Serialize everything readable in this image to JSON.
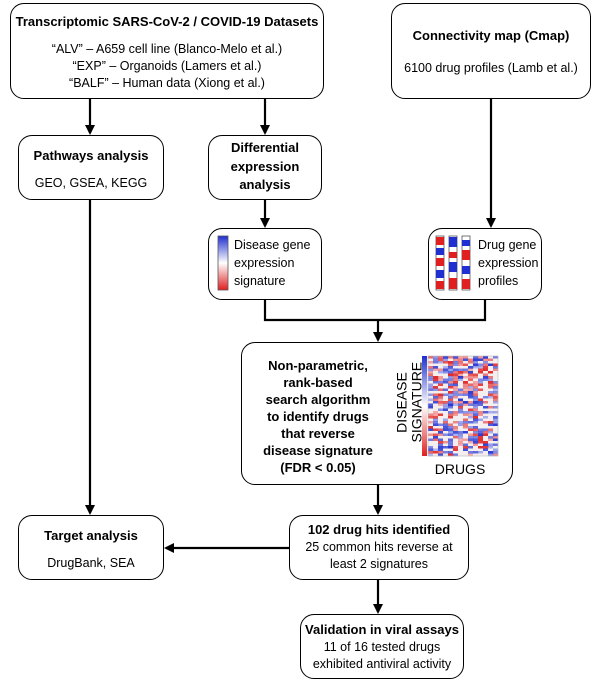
{
  "datasets": {
    "title": "Transcriptomic SARS-CoV-2 / COVID-19 Datasets",
    "items": [
      "“ALV” – A659 cell line (Blanco-Melo et al.)",
      "“EXP” – Organoids (Lamers et al.)",
      "“BALF” – Human data (Xiong et al.)"
    ]
  },
  "cmap": {
    "title": "Connectivity map (Cmap)",
    "body": "6100 drug profiles (Lamb et al.)"
  },
  "pathways": {
    "title": "Pathways analysis",
    "body": "GEO, GSEA, KEGG"
  },
  "differential": {
    "lines": [
      "Differential",
      "expression",
      "analysis"
    ]
  },
  "disease_sig": {
    "lines": [
      "Disease gene",
      "expression",
      "signature"
    ]
  },
  "drug_profiles": {
    "lines": [
      "Drug gene",
      "expression",
      "profiles"
    ]
  },
  "algorithm": {
    "lines": [
      "Non-parametric,",
      "rank-based",
      "search algorithm",
      "to identify drugs",
      "that reverse",
      "disease signature",
      "(FDR < 0.05)"
    ],
    "heatmap_ylabel_1": "DISEASE",
    "heatmap_ylabel_2": "SIGNATURE",
    "heatmap_xlabel": "DRUGS"
  },
  "hits": {
    "title": "102 drug hits identified",
    "lines": [
      "25 common hits reverse at",
      "least 2 signatures"
    ]
  },
  "target": {
    "title": "Target analysis",
    "body": "DrugBank, SEA"
  },
  "validation": {
    "title": "Validation in viral assays",
    "lines": [
      "11 of 16 tested drugs",
      "exhibited antiviral activity"
    ]
  },
  "colors": {
    "high": "#1f2fd0",
    "low": "#e02020",
    "line": "#000000"
  }
}
